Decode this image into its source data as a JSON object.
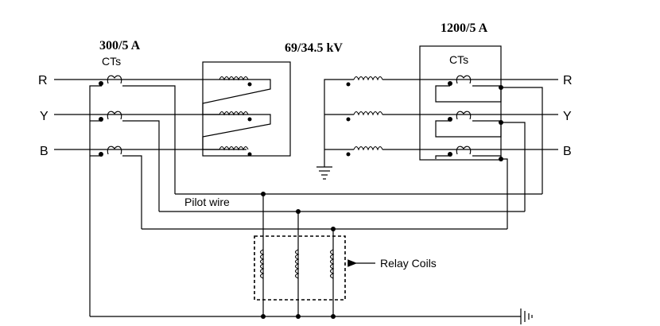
{
  "labels": {
    "left_ct_rating": "300/5 A",
    "left_ct_label": "CTs",
    "transformer_rating": "69/34.5 kV",
    "right_ct_rating": "1200/5 A",
    "right_ct_label": "CTs",
    "pilot_wire": "Pilot wire",
    "relay_coils": "Relay Coils"
  },
  "phases": {
    "left": [
      "R",
      "Y",
      "B"
    ],
    "right": [
      "R",
      "Y",
      "B"
    ]
  },
  "colors": {
    "line": "#000000",
    "background": "#ffffff"
  }
}
